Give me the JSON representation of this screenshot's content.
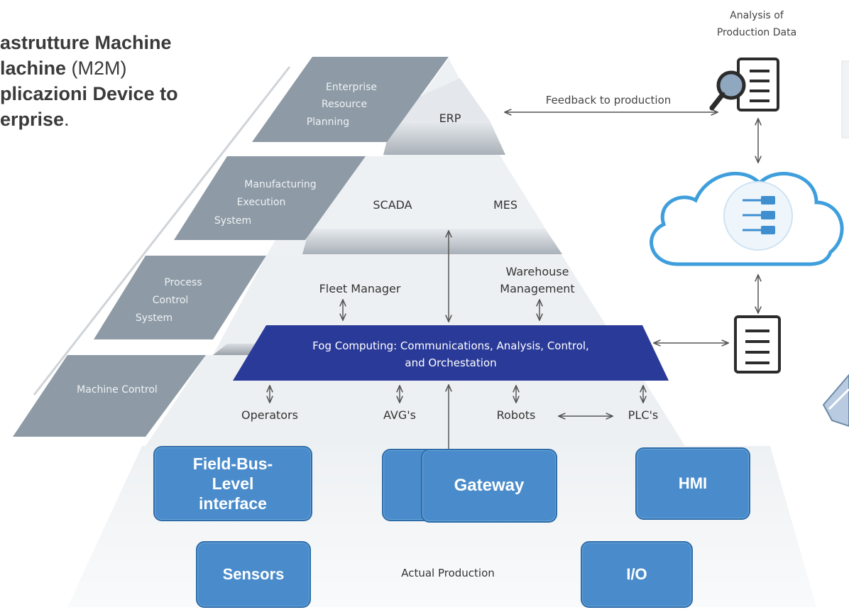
{
  "title": {
    "line1_bold": "astrutture Machine",
    "line2_bold": "lachine",
    "line2_normal": " (M2M)",
    "line3_bold": "plicazioni Device to",
    "line4_bold": "erprise",
    "line4_normal": "."
  },
  "side_labels": {
    "erp_level": [
      "Enterprise",
      "Resource",
      "Planning"
    ],
    "mes_level": [
      "Manufacturing",
      "Execution",
      "System"
    ],
    "pcs_level": [
      "Process",
      "Control",
      "System"
    ],
    "machine_level": "Machine Control"
  },
  "pyramid": {
    "erp": "ERP",
    "scada": "SCADA",
    "mes": "MES",
    "fleet": "Fleet Manager",
    "warehouse": [
      "Warehouse",
      "Management"
    ],
    "fog": [
      "Fog Computing: Communications, Analysis, Control,",
      "and Orchestation"
    ],
    "operators": "Operators",
    "avgs": "AVG's",
    "robots": "Robots",
    "plcs": "PLC's",
    "actual_production": "Actual Production"
  },
  "boxes": {
    "field_bus": [
      "Field-Bus-",
      "Level",
      "interface"
    ],
    "gateway": "Gateway",
    "hmi": "HMI",
    "sensors": "Sensors",
    "io": "I/O"
  },
  "right": {
    "analysis": [
      "Analysis of",
      "Production Data"
    ],
    "feedback": "Feedback to production"
  },
  "icons": [
    "magnifier-document-icon",
    "cloud-server-icon",
    "document-icon",
    "laptop-icon"
  ]
}
